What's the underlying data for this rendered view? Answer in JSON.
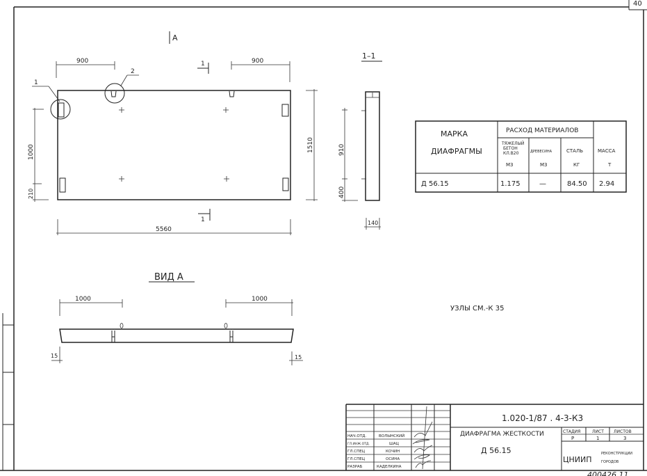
{
  "sheet_corner": "40",
  "plan": {
    "section_mark_a": "A",
    "dim_left_900": "900",
    "dim_right_900": "900",
    "section_mark_1_top": "1",
    "section_mark_1_bottom": "1",
    "callout_1": "1",
    "callout_2": "2",
    "dim_1000": "1000",
    "dim_210": "210",
    "dim_1510": "1510",
    "dim_5560": "5560"
  },
  "section": {
    "title": "1–1",
    "dim_910": "910",
    "dim_400": "400",
    "dim_140": "140"
  },
  "view_a": {
    "title": "ВИД А",
    "dim_left_1000": "1000",
    "dim_right_1000": "1000",
    "dim_left_15": "15",
    "dim_right_15": "15"
  },
  "note": "УЗЛЫ СМ.-К 35",
  "materials_table": {
    "col_mark": [
      "МАРКА",
      "ДИАФРАГМЫ"
    ],
    "group_header": "РАСХОД МАТЕРИАЛОВ",
    "col_concrete": [
      "ТЯЖЕЛЫЙ",
      "БЕТОН",
      "КЛ.В20",
      "М3"
    ],
    "col_wood": [
      "ДРЕВЕСИНА",
      "М3"
    ],
    "col_steel": [
      "СТАЛЬ",
      "КГ"
    ],
    "col_mass": [
      "МАССА",
      "Т"
    ],
    "row": {
      "mark": "Д 56.15",
      "concrete": "1.175",
      "wood": "—",
      "steel": "84.50",
      "mass": "2.94"
    }
  },
  "title_block": {
    "code": "1.020-1/87 . 4-3-К3",
    "title": "ДИАФРАГМА ЖЕСТКОСТИ",
    "mark": "Д 56.15",
    "stage_label": "СТАДИЯ",
    "sheet_label": "ЛИСТ",
    "sheets_label": "ЛИСТОВ",
    "stage": "Р",
    "sheet": "1",
    "sheets": "3",
    "org": "ЦНИИП",
    "org_sub": [
      "РЕКОНСТРУКЦИИ",
      "ГОРОДОВ"
    ],
    "signatures": [
      {
        "role": "НАЧ.ОТД.",
        "name": "ВОЛЫНСКИЙ"
      },
      {
        "role": "ГЛ.ИНЖ.ОТД.",
        "name": "ШАЦ"
      },
      {
        "role": "ГЛ.СПЕЦ",
        "name": "КОЧИН"
      },
      {
        "role": "ГЛ.СПЕЦ",
        "name": "ОСИНА"
      },
      {
        "role": "РАЗРАБ",
        "name": "КАДЕЛКИНА"
      }
    ],
    "inventory": "400426  11"
  }
}
